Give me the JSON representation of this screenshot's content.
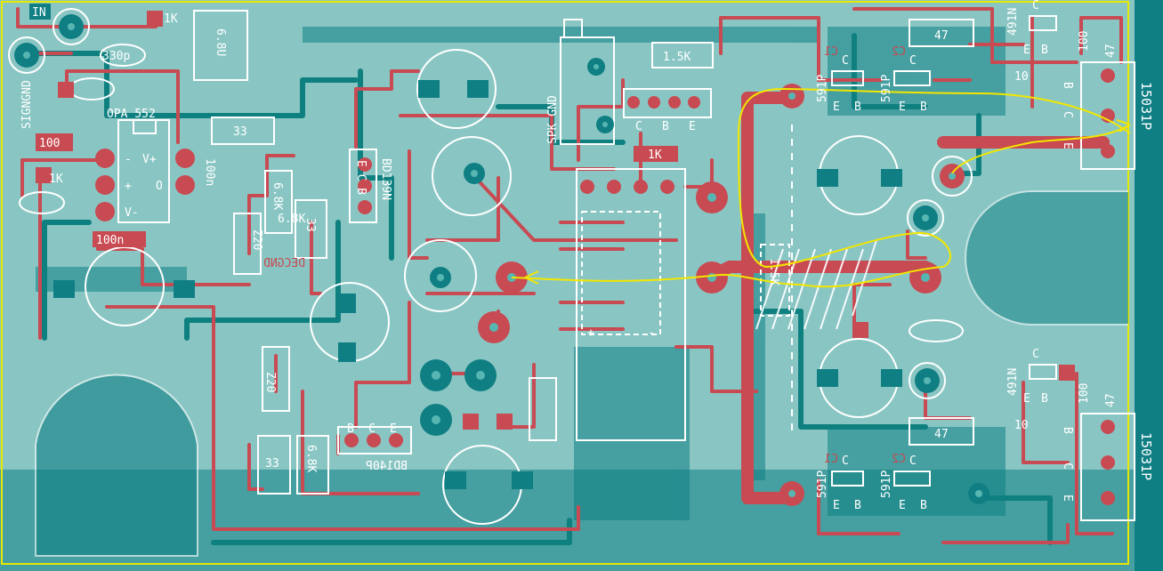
{
  "labels": {
    "in": "IN",
    "signgnd": "SIGNGND",
    "r1k_top": "1K",
    "cap_330p": "330p",
    "r_6_8u": "6.8U",
    "opa": "OPA 552",
    "r100": "100",
    "r1k_left": "1K",
    "cap_100n_left": "100n",
    "cap_100n_mid": "100n",
    "cap_33_top": "33",
    "r_6_8k_a": "6.8K",
    "r_6_8k_b": "6.8K",
    "cap_33_mid": "33",
    "z20_top": "Z20",
    "decgnd": "DECGND",
    "bd139": "BD139N",
    "bd139_pins": "E C B",
    "spkgnd": "SPK GND",
    "r_1_5k": "1.5K",
    "cbe": [
      "C",
      "B",
      "E"
    ],
    "r1k_mid": "1K",
    "r_1_5k_vert": "1.5K",
    "z20_bottom": "Z20",
    "cap_33_bot": "33",
    "r_6_8k_c": "6.8K",
    "bd140": "BD140P",
    "bd140_pins": [
      "E",
      "C",
      "B"
    ],
    "opamp_pins": [
      "-",
      "V+",
      "+",
      "O",
      "V-"
    ],
    "r47_top": "47",
    "r47_bot": "47",
    "p491n_top": "491N",
    "p491n_bot": "491N",
    "r10_top": "10",
    "r10_bot": "10",
    "r100_top": "100",
    "r100_bot": "100",
    "r47v_top": "47",
    "r47v_bot": "47",
    "eb": [
      "E",
      "B"
    ],
    "c_letter": "C",
    "p591p": "591P",
    "c1": "C1",
    "c2": "C2",
    "bce": [
      "B",
      "C",
      "E"
    ],
    "t15031p_top": "15031P",
    "t15031p_bot": "15031P",
    "plus": "+",
    "minus": "-"
  },
  "colors": {
    "board": "#89c6c3",
    "copper_top": "#c84a52",
    "copper_bottom": "#0f8080",
    "silkscreen": "#ffffff",
    "highlight": "#f2e600",
    "edge": "#e8e800"
  }
}
